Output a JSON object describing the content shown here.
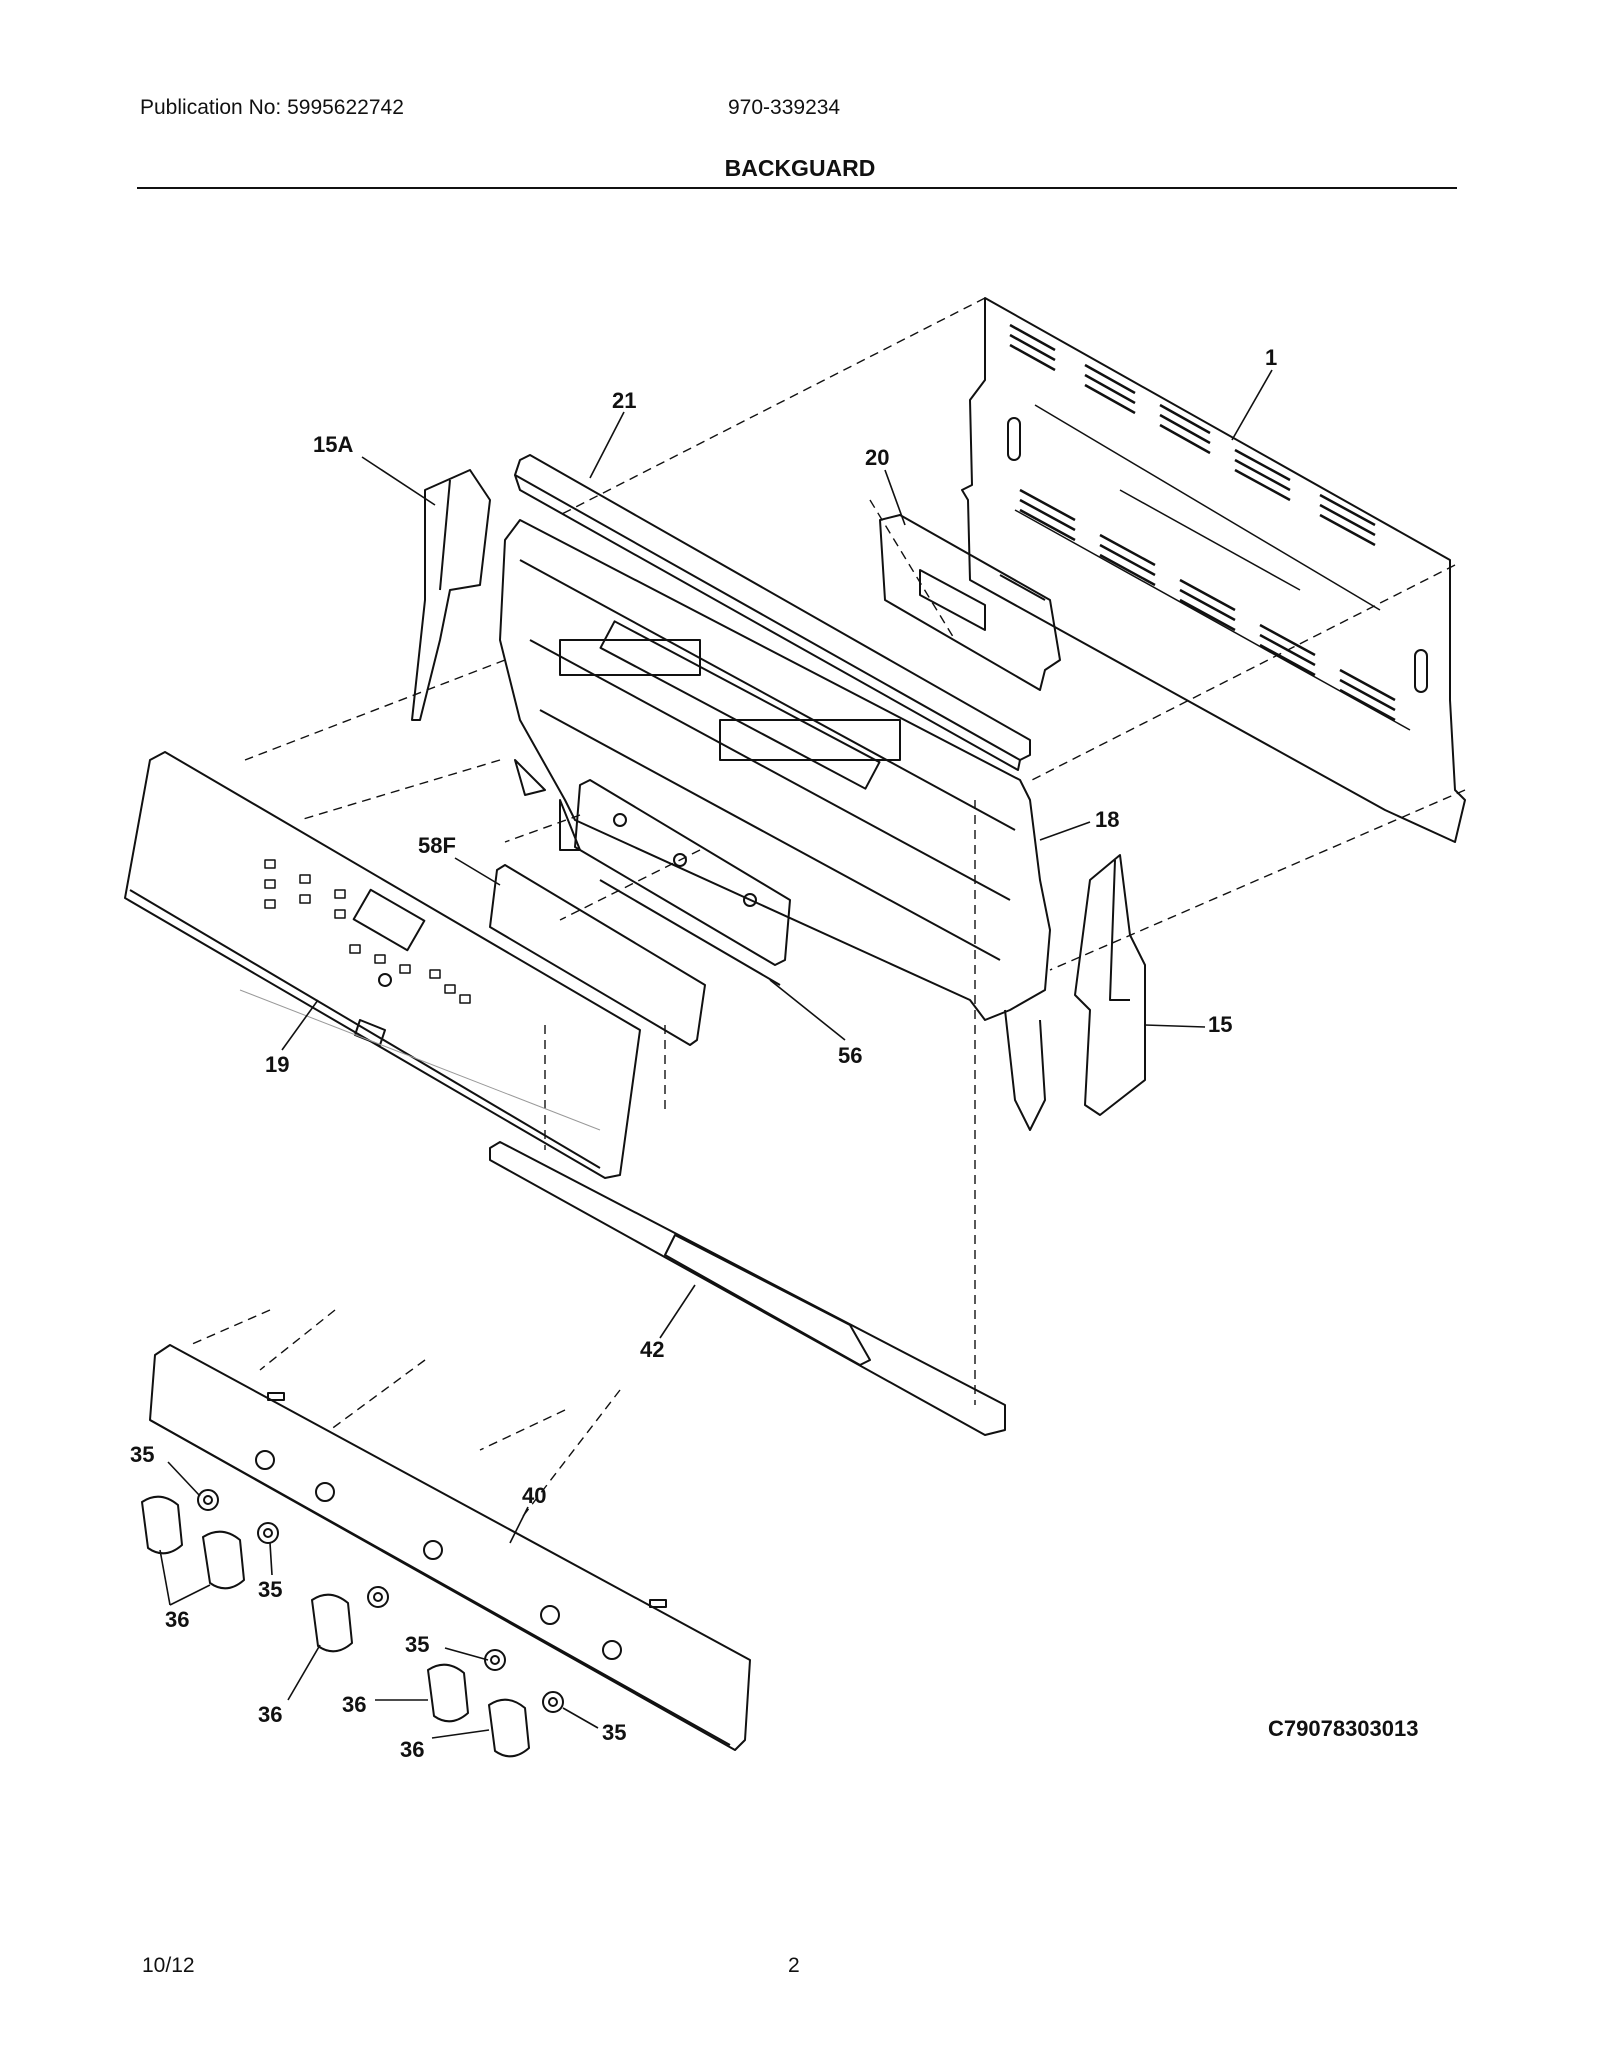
{
  "header": {
    "publication": "Publication No: 5995622742",
    "model_number": "970-339234",
    "title": "BACKGUARD"
  },
  "diagram": {
    "callouts": {
      "c1": "1",
      "c21": "21",
      "c20": "20",
      "c15A": "15A",
      "c18": "18",
      "c58F": "58F",
      "c15": "15",
      "c19": "19",
      "c56": "56",
      "c42": "42",
      "c40": "40",
      "c35a": "35",
      "c35b": "35",
      "c35c": "35",
      "c35d": "35",
      "c36a": "36",
      "c36b": "36",
      "c36c": "36",
      "c36d": "36"
    },
    "drawing_code": "C79078303013"
  },
  "footer": {
    "date": "10/12",
    "page": "2"
  }
}
